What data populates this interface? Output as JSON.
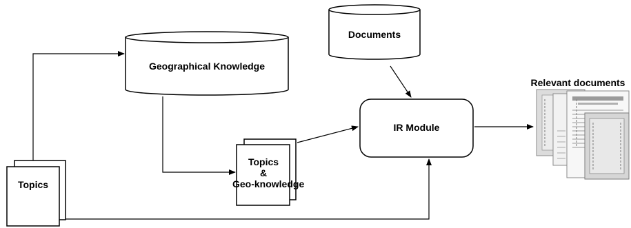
{
  "labels": {
    "geo_knowledge": "Geographical Knowledge",
    "documents": "Documents",
    "ir_module": "IR Module",
    "relevant_documents": "Relevant documents",
    "topics_input": "Topics",
    "topics_geo_line1": "Topics",
    "topics_geo_line2": "&",
    "topics_geo_line3": "Geo-knowledge"
  },
  "colors": {
    "stroke": "#000000",
    "fill": "#ffffff",
    "doc_paper": "#e6e6e6",
    "doc_border": "#8a8a8a"
  }
}
